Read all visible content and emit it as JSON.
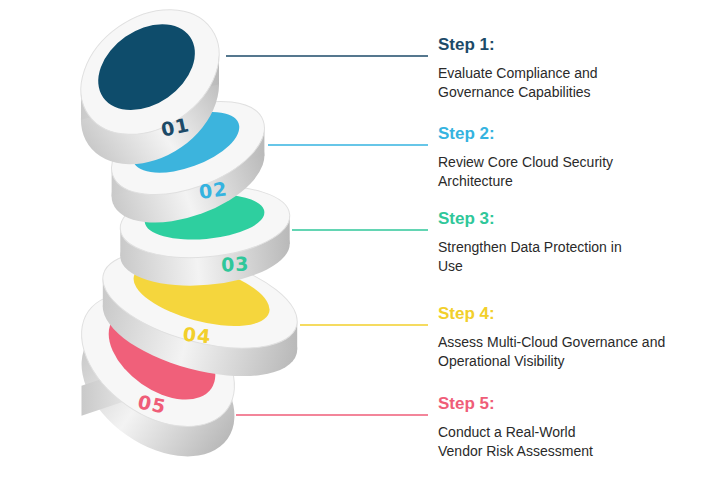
{
  "diagram": {
    "nodes": [
      {
        "text": [
          "01"
        ]
      },
      {
        "text": [
          "02"
        ]
      },
      {
        "text": [
          "03"
        ]
      },
      {
        "text": [
          "04"
        ]
      },
      {
        "text": [
          "05"
        ]
      }
    ],
    "labels": [
      "Step 1:",
      "Evaluate Compliance and Governance Capabilities",
      "Step 2:",
      "Review Core Cloud Security Architecture",
      "Step 3:",
      "Strengthen Data Protection in Use",
      "Step 4:",
      "Assess Multi-Cloud Governance and Operational Visibility",
      "Step 5:",
      "Conduct a Real-World Vendor Risk Assessment"
    ]
  }
}
